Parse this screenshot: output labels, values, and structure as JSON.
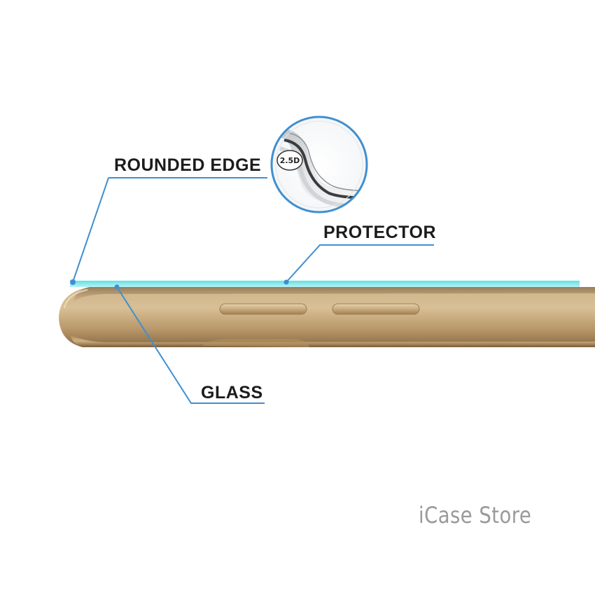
{
  "labels": {
    "rounded_edge": "ROUNDED EDGE",
    "protector": "PROTECTOR",
    "glass": "GLASS"
  },
  "badge": {
    "text": "2.5D"
  },
  "watermark": {
    "text": "iCase Store"
  },
  "colors": {
    "callout_line": "#3f8fd0",
    "protector_film": "#5fe1e6",
    "phone_gold": "#c7a97c",
    "phone_gold_dark": "#8d6d44",
    "magnifier_ring": "#3f8fd0",
    "label_text": "#1c1c1c",
    "watermark_text": "#9a9a9a"
  },
  "icons": [
    "magnifier-detail",
    "phone-side-view",
    "volume-button-icon",
    "power-button-icon"
  ]
}
